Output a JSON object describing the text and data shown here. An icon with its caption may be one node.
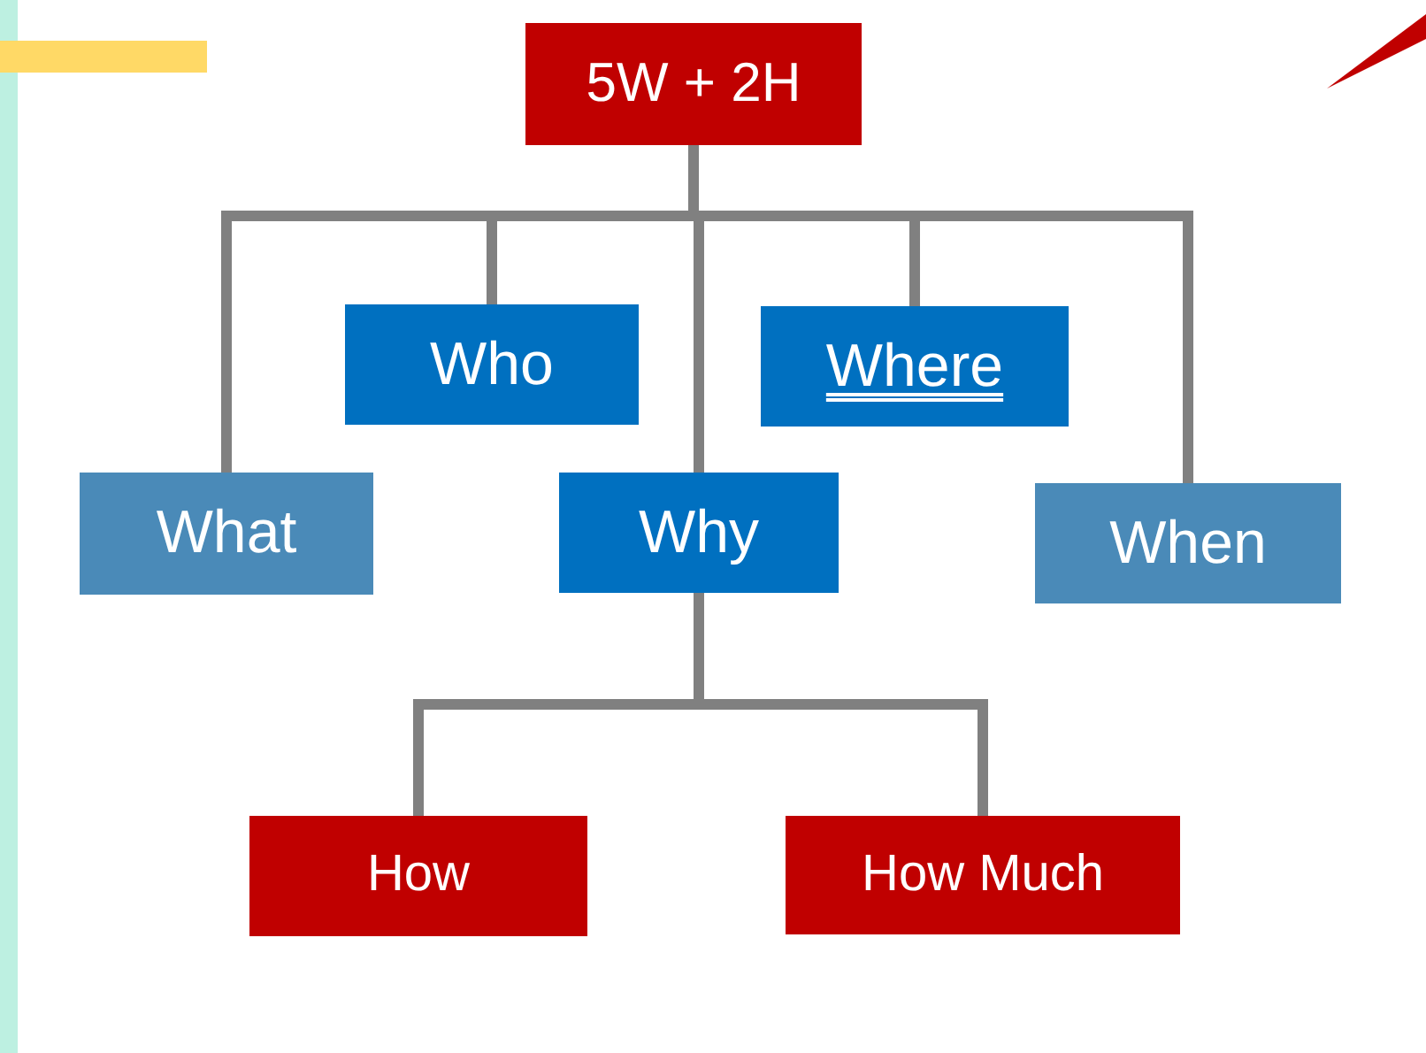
{
  "diagram": {
    "nodes": [
      {
        "text": [
          "5W + 2H"
        ]
      },
      {
        "text": [
          "What"
        ]
      },
      {
        "text": [
          "Who"
        ]
      },
      {
        "text": [
          "Why"
        ]
      },
      {
        "text": [
          "Where"
        ]
      },
      {
        "text": [
          "When"
        ]
      },
      {
        "text": [
          "How"
        ]
      },
      {
        "text": [
          "How Much"
        ]
      }
    ],
    "edges": [
      {
        "from": 0,
        "to": 1,
        "arrow": "none"
      },
      {
        "from": 0,
        "to": 2,
        "arrow": "none"
      },
      {
        "from": 0,
        "to": 3,
        "arrow": "none"
      },
      {
        "from": 0,
        "to": 4,
        "arrow": "none"
      },
      {
        "from": 0,
        "to": 5,
        "arrow": "none"
      },
      {
        "from": 3,
        "to": 6,
        "arrow": "none"
      },
      {
        "from": 3,
        "to": 7,
        "arrow": "none"
      }
    ]
  }
}
